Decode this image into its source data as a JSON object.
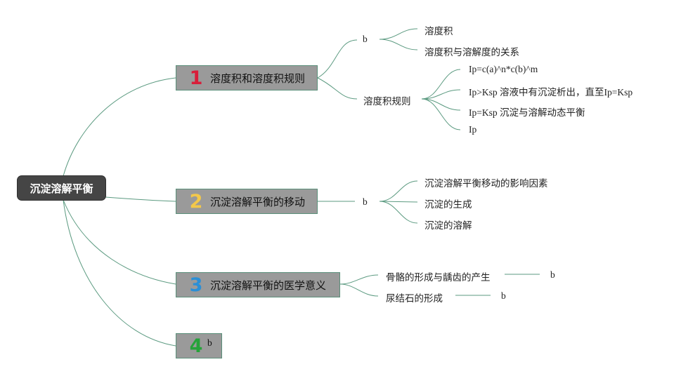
{
  "root": {
    "label": "沉淀溶解平衡"
  },
  "branches": [
    {
      "num": "1",
      "num_color": "#d81e3a",
      "label": "溶度积和溶度积规则",
      "children": [
        {
          "label": "b",
          "children": [
            "溶度积",
            "溶度积与溶解度的关系"
          ]
        },
        {
          "label": "溶度积规则",
          "children": [
            "Ip=c(a)^n*c(b)^m",
            "Ip>Ksp 溶液中有沉淀析出，直至Ip=Ksp",
            "Ip=Ksp 沉淀与溶解动态平衡",
            "Ip"
          ]
        }
      ]
    },
    {
      "num": "2",
      "num_color": "#f3c84a",
      "label": "沉淀溶解平衡的移动",
      "children": [
        {
          "label": "b",
          "children": [
            "沉淀溶解平衡移动的影响因素",
            "沉淀的生成",
            "沉淀的溶解"
          ]
        }
      ]
    },
    {
      "num": "3",
      "num_color": "#2b8fd6",
      "label": "沉淀溶解平衡的医学意义",
      "children": [
        {
          "label": "骨骼的形成与龋齿的产生",
          "children": [
            "b"
          ]
        },
        {
          "label": "尿结石的形成",
          "children": [
            "b"
          ]
        }
      ]
    },
    {
      "num": "4",
      "num_color": "#26a33a",
      "label": "b",
      "children": []
    }
  ],
  "colors": {
    "connector": "#5b9a80",
    "root_bg": "#454545",
    "branch_bg": "#9a9a9a"
  }
}
